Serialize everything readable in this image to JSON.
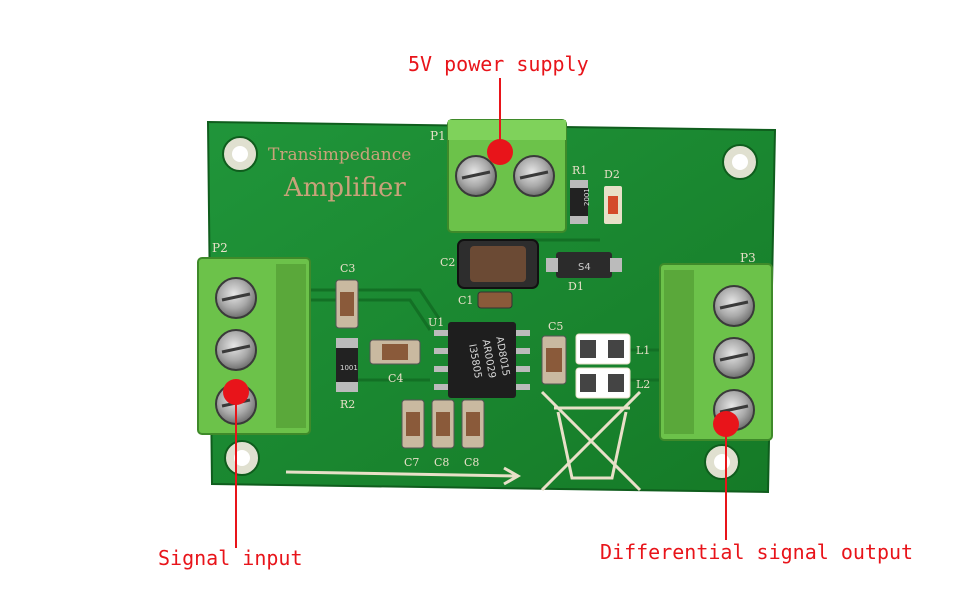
{
  "photo": {
    "board_title_line1": "Transimpedance",
    "board_title_line2": "Amplifier",
    "chip_marking_line1": "AD8015",
    "chip_marking_line2": "AR0029",
    "chip_marking_line3": "I35805",
    "diode_marking": "S4",
    "resistor_r1_marking": "2001",
    "resistor_r2_marking": "1001",
    "silkscreen": {
      "p1": "P1",
      "p2": "P2",
      "p3": "P3",
      "r1": "R1",
      "r2": "R2",
      "d1": "D1",
      "d2": "D2",
      "c1": "C1",
      "c2": "C2",
      "c3": "C3",
      "c4": "C4",
      "c5": "C5",
      "c7": "C7",
      "c8a": "C8",
      "c8b": "C8",
      "l1": "L1",
      "l2": "L2",
      "u1": "U1"
    }
  },
  "callouts": {
    "power": "5V power supply",
    "input": "Signal input",
    "output": "Differential signal output"
  },
  "colors": {
    "callout": "#e8141a",
    "pcb": "#1b8a2e",
    "terminal": "#6cc24a",
    "silkscreen_text": "#c9a27a"
  }
}
